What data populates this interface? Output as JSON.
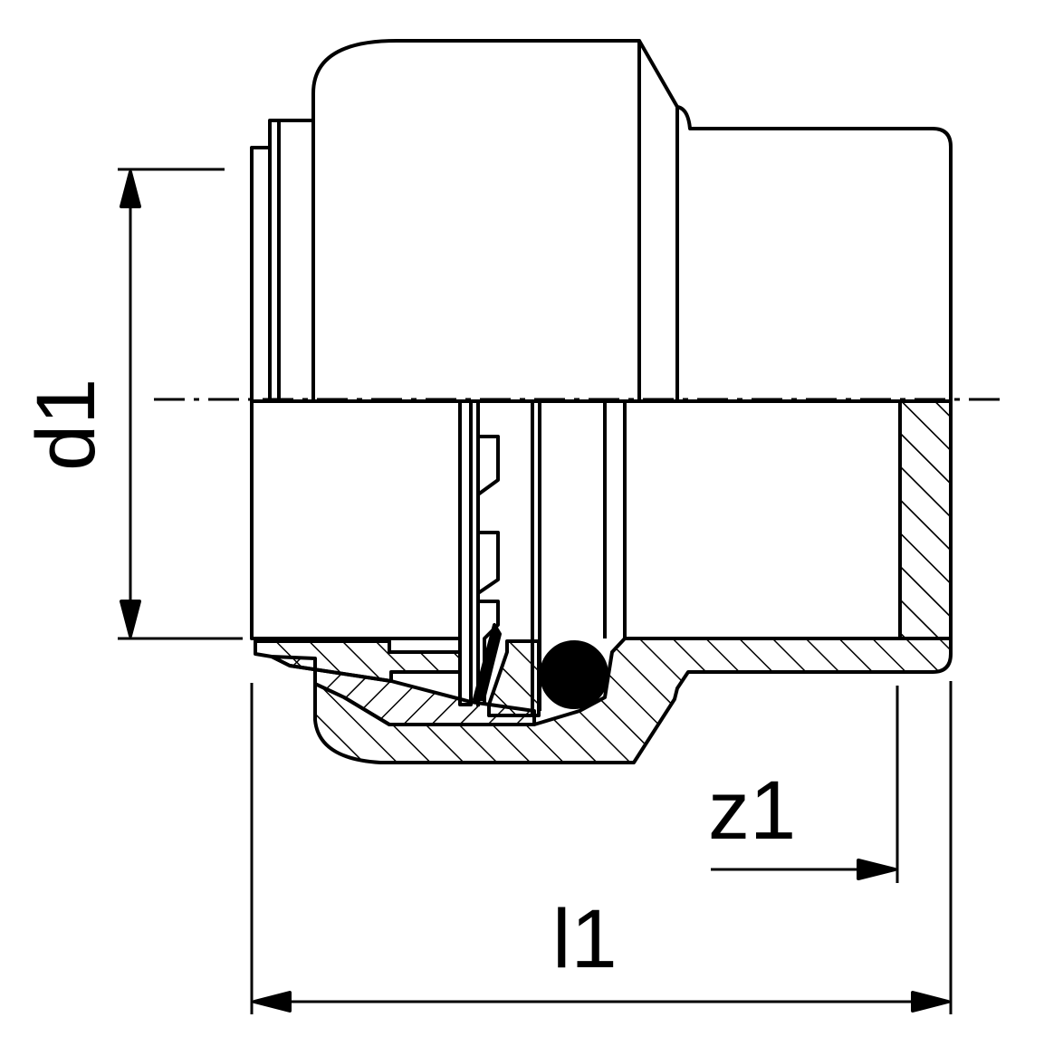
{
  "dimensions": {
    "d1": "d1",
    "z1": "z1",
    "l1": "l1"
  },
  "colors": {
    "line": "#000000",
    "background": "#ffffff",
    "hatch": "#000000"
  }
}
